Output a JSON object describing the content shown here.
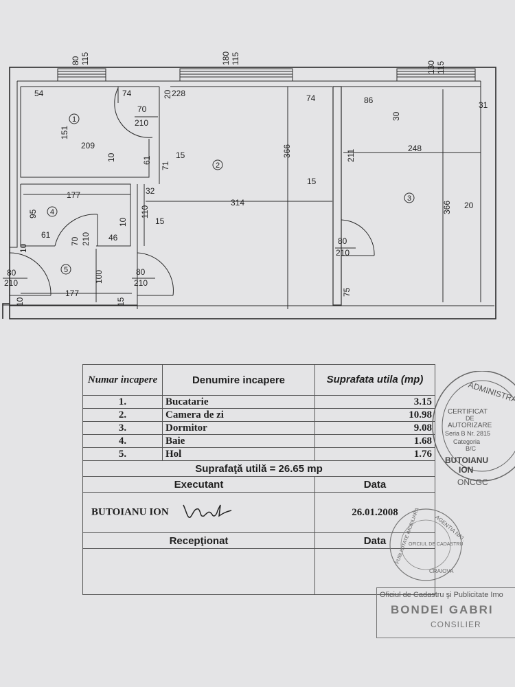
{
  "dims": {
    "win1": [
      "80",
      "115"
    ],
    "win2": [
      "180",
      "115"
    ],
    "win3": [
      "130",
      "115"
    ],
    "d54": "54",
    "d74a": "74",
    "d20": "20",
    "d228": "228",
    "d74b": "74",
    "d86": "86",
    "d30": "30",
    "d31": "31",
    "d151": "151",
    "d209": "209",
    "d10a": "10",
    "d61a": "61",
    "d71": "71",
    "d15a": "15",
    "door1": [
      "70",
      "210"
    ],
    "d366a": "366",
    "d211": "211",
    "d248": "248",
    "d15b": "15",
    "d366b": "366",
    "d20b": "20",
    "d177a": "177",
    "d95": "95",
    "d32": "32",
    "d110": "110",
    "d314": "314",
    "d10b": "10",
    "d15c": "15",
    "d61b": "61",
    "d46": "46",
    "door4": [
      "70",
      "210"
    ],
    "door2": [
      "80",
      "210"
    ],
    "d10c": "10",
    "d100": "100",
    "door5out": [
      "80",
      "210"
    ],
    "door5": [
      "80",
      "210"
    ],
    "d177b": "177",
    "d10d": "10",
    "d15d": "15",
    "d75": "75"
  },
  "rooms": [
    "1",
    "2",
    "3",
    "4",
    "5"
  ],
  "table": {
    "header": {
      "num": "Numar incapere",
      "name": "Denumire incapere",
      "area": "Suprafata utila (mp)"
    },
    "rows": [
      {
        "num": "1.",
        "name": "Bucatarie",
        "area": "3.15"
      },
      {
        "num": "2.",
        "name": "Camera de zi",
        "area": "10.98"
      },
      {
        "num": "3.",
        "name": "Dormitor",
        "area": "9.08"
      },
      {
        "num": "4.",
        "name": "Baie",
        "area": "1.68"
      },
      {
        "num": "5.",
        "name": "Hol",
        "area": "1.76"
      }
    ],
    "total": "Suprafaţă utilă = 26.65 mp",
    "executant_label": "Executant",
    "data_label": "Data",
    "executant_name": "BUTOIANU ION",
    "executant_date": "26.01.2008",
    "receptionat_label": "Recepţionat",
    "data_label2": "Data"
  },
  "stamps": {
    "cert": [
      "ADMINISTRATI",
      "CERTIFICAT",
      "DE",
      "AUTORIZARE",
      "Seria B Nr. 2815",
      "Categoria",
      "B/C",
      "BUTOIANU",
      "ION",
      "ONCGC"
    ],
    "agency": [
      "AGENTIA NATIONALA",
      "OFICIUL DE CADASTRU",
      "CRAIOVA",
      "PUBLICITATE IMOBILIARA"
    ],
    "office": [
      "Oficiul de Cadastru şi Publicitate Imo",
      "BONDEI GABRI",
      "CONSILIER"
    ]
  }
}
